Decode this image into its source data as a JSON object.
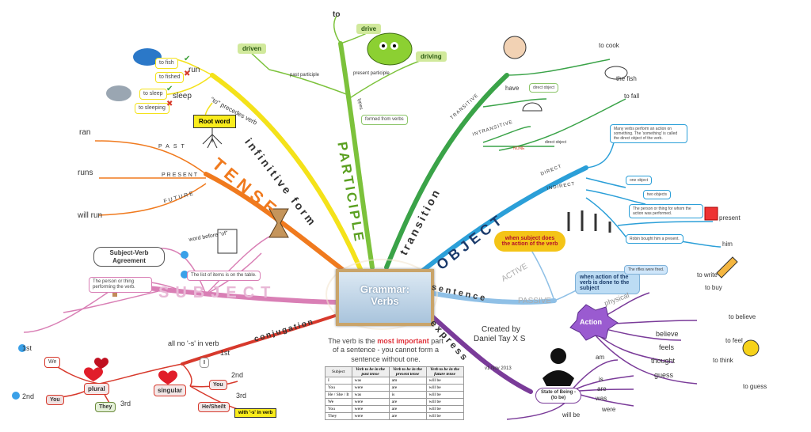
{
  "center": {
    "title_line1": "Grammar:",
    "title_line2": "Verbs"
  },
  "intro": {
    "pre": "The verb is the ",
    "highlight": "most important",
    "post": " part of a sentence - you cannot form a sentence without one."
  },
  "author": {
    "line1": "Created by",
    "line2": "Daniel Tay X S",
    "version": "v1 Nov 2013"
  },
  "branches": {
    "infinitive": "infinitive form",
    "participle": "PARTICIPLE",
    "transition": "transition",
    "object": "OBJECT",
    "tense": "TENSE",
    "subject": "SUBJECT",
    "sentence": "sentence",
    "express": "express",
    "conjugation": "conjugation"
  },
  "infinitive": {
    "precedes": "\"to\" precedes verb",
    "root_word": "Root word",
    "run": "run",
    "sleep": "sleep",
    "to_fish": "to fish",
    "to_fished": "to fished",
    "to_sleep": "to sleep",
    "to_sleeping": "to sleeping"
  },
  "participle": {
    "to": "to",
    "drive": "drive",
    "driven": "driven",
    "driving": "driving",
    "past": "past participle",
    "present": "present participle",
    "formed": "formed from verbs",
    "types": "types"
  },
  "transition": {
    "transitive": "TRANSITIVE",
    "intransitive": "INTRANSITIVE",
    "to_cook": "to cook",
    "the_fish": "the fish",
    "to_fall": "to fall",
    "have": "have",
    "direct_object": "direct object",
    "none": "NONE"
  },
  "object": {
    "direct": "DIRECT",
    "indirect": "INDIRECT",
    "desc": "Many verbs perform an action on something. The 'something' is called the direct object of the verb.",
    "one_object": "one object",
    "two_objects": "two objects",
    "indirect_desc": "The person or thing for whom the action was performed.",
    "present": "present",
    "him": "him",
    "example": "Robin bought him a present."
  },
  "tense": {
    "past": "PAST",
    "present": "PRESENT",
    "future": "FUTURE",
    "ran": "ran",
    "runs": "runs",
    "will_run": "will run"
  },
  "subject": {
    "agreement": "Subject-Verb Agreement",
    "desc": "The person or thing performing the verb.",
    "list_example": "The list of items is on the table.",
    "word_before": "word before \"of\"",
    "first": "1st",
    "second": "2nd",
    "third": "3rd",
    "we": "We",
    "you": "You",
    "they": "They",
    "plural": "plural",
    "singular": "singular",
    "he_she_it": "He/She/It",
    "with_s": "with '-s' in verb",
    "all_no_s": "all no '-s' in verb",
    "i_label": "I"
  },
  "sentence": {
    "active": "ACTIVE",
    "passive": "PASSIVE",
    "active_desc": "when subject does the action of the verb",
    "passive_desc": "when action of the verb is done to the subject",
    "rifles": "The rifles were fired."
  },
  "express": {
    "action": "Action",
    "state": "State of Being - (to be)",
    "physical": "physical",
    "believe": "believe",
    "feels": "feels",
    "thought": "thought",
    "guess": "guess",
    "to_believe": "to believe",
    "to_feel": "to feel",
    "to_think": "to think",
    "to_guess": "to guess",
    "to_buy": "to buy",
    "to_write": "to write",
    "am": "am",
    "is": "is",
    "are": "are",
    "was": "was",
    "were": "were",
    "will_be": "will be"
  },
  "table": {
    "headers": [
      "Subject",
      "Verb to be in the past tense",
      "Verb to be in the present tense",
      "Verb to be in the future tense"
    ],
    "rows": [
      [
        "I",
        "was",
        "am",
        "will be"
      ],
      [
        "You",
        "were",
        "are",
        "will be"
      ],
      [
        "He / She / It",
        "was",
        "is",
        "will be"
      ],
      [
        "We",
        "were",
        "are",
        "will be"
      ],
      [
        "You",
        "were",
        "are",
        "will be"
      ],
      [
        "They",
        "were",
        "are",
        "will be"
      ]
    ]
  },
  "colors": {
    "infinitive": "#f4e21a",
    "participle": "#7cc23b",
    "transition": "#3aa348",
    "object": "#2b9fd8",
    "tense": "#f07a1e",
    "subject": "#d97fb5",
    "sentence": "#8fc0e6",
    "express": "#7a3b99",
    "conjugation": "#d7392c"
  }
}
